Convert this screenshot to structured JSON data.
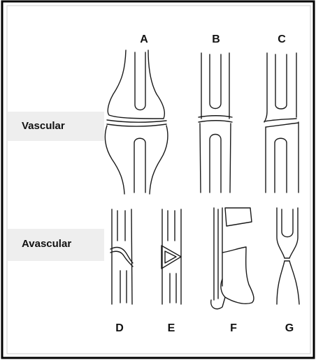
{
  "rows": {
    "vascular": "Vascular",
    "avascular": "Avascular"
  },
  "letters": {
    "a": "A",
    "b": "B",
    "c": "C",
    "d": "D",
    "e": "E",
    "f": "F",
    "g": "G"
  },
  "colors": {
    "line": "#1a1a1a",
    "background": "#ffffff",
    "frame": "#000000",
    "row_label_band": "#eeeeee"
  }
}
